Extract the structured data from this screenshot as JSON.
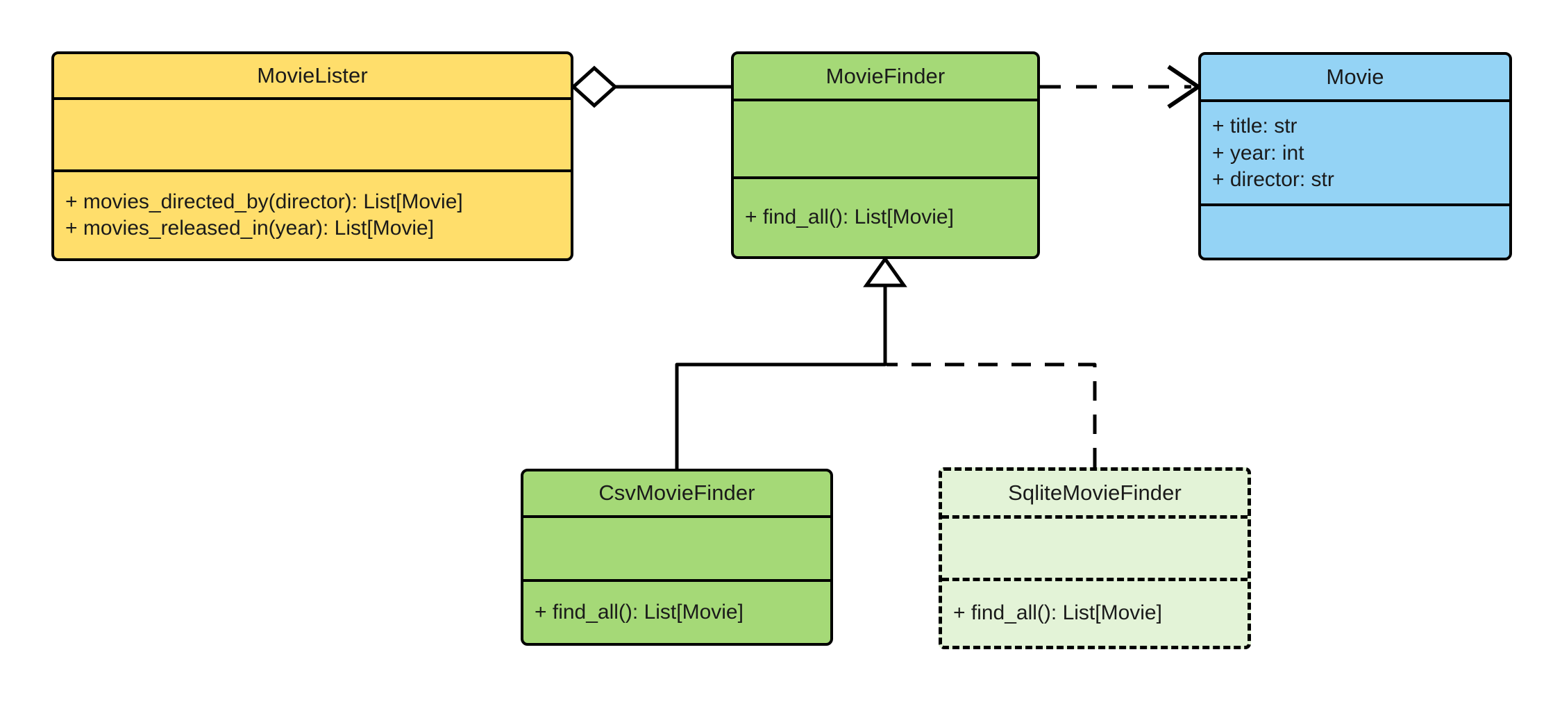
{
  "diagram": {
    "title": "MovieLister dependency-injection UML class diagram",
    "background": "#ffffff",
    "line_color": "#000000",
    "text_color": "#1a1a1a"
  },
  "palette": {
    "yellow": "#ffde6b",
    "green": "#a5d977",
    "blue": "#94d3f5",
    "pale_green": "#e3f3d7",
    "outline": "#000000"
  },
  "classes": [
    {
      "id": "movie-lister",
      "name": "MovieLister",
      "fill": "#ffde6b",
      "style": "solid",
      "attributes": [],
      "operations": [
        "+ movies_directed_by(director): List[Movie]",
        "+ movies_released_in(year): List[Movie]"
      ]
    },
    {
      "id": "movie-finder",
      "name": "MovieFinder",
      "fill": "#a5d977",
      "style": "solid",
      "attributes": [],
      "operations": [
        "+ find_all(): List[Movie]"
      ]
    },
    {
      "id": "movie",
      "name": "Movie",
      "fill": "#94d3f5",
      "style": "solid",
      "attributes": [
        "+ title: str",
        "+ year: int",
        "+ director: str"
      ],
      "operations": []
    },
    {
      "id": "csv-movie-finder",
      "name": "CsvMovieFinder",
      "fill": "#a5d977",
      "style": "solid",
      "attributes": [],
      "operations": [
        "+ find_all(): List[Movie]"
      ]
    },
    {
      "id": "sqlite-movie-finder",
      "name": "SqliteMovieFinder",
      "fill": "#e3f3d7",
      "style": "dashed",
      "attributes": [],
      "operations": [
        "+ find_all(): List[Movie]"
      ]
    }
  ],
  "relationships": [
    {
      "id": "lister-finder",
      "type": "aggregation",
      "from": "MovieLister",
      "to": "MovieFinder",
      "line": "solid",
      "end_marker": "hollow-diamond"
    },
    {
      "id": "finder-movie",
      "type": "dependency",
      "from": "MovieFinder",
      "to": "Movie",
      "line": "dashed",
      "end_marker": "open-arrow"
    },
    {
      "id": "csv-finder-inherit",
      "type": "generalization",
      "from": "CsvMovieFinder",
      "to": "MovieFinder",
      "line": "solid",
      "end_marker": "hollow-triangle"
    },
    {
      "id": "sqlite-finder-inherit",
      "type": "generalization",
      "from": "SqliteMovieFinder",
      "to": "MovieFinder",
      "line": "dashed",
      "end_marker": "hollow-triangle"
    }
  ]
}
